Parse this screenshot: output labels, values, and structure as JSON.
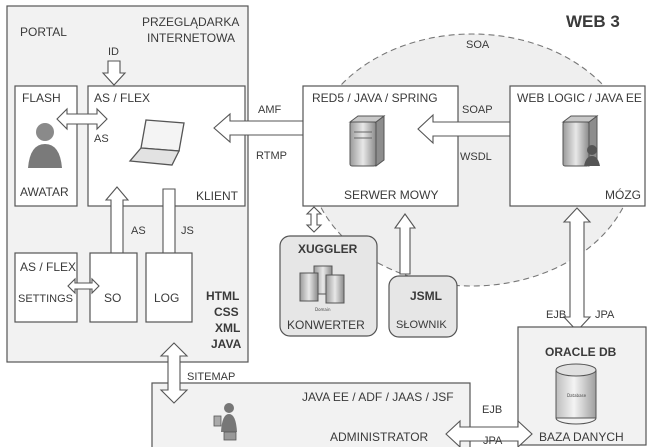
{
  "title": "WEB 3",
  "soa_label": "SOA",
  "portal": {
    "label": "PORTAL",
    "browser_label_line1": "PRZEGLĄDARKA",
    "browser_label_line2": "INTERNETOWA",
    "id_label": "ID",
    "flash": {
      "title": "FLASH",
      "caption": "AWATAR"
    },
    "client": {
      "title": "AS / FLEX",
      "caption": "KLIENT"
    },
    "as_label_1": "AS",
    "as_label_2": "AS",
    "js_label": "JS",
    "settings": {
      "title": "AS / FLEX",
      "caption": "SETTINGS"
    },
    "so": {
      "caption": "SO"
    },
    "log": {
      "caption": "LOG"
    },
    "tech_list": [
      "HTML",
      "CSS",
      "XML",
      "JAVA"
    ]
  },
  "connections": {
    "amf": "AMF",
    "rtmp": "RTMP",
    "soap": "SOAP",
    "wsdl": "WSDL",
    "sitemap": "SITEMAP",
    "ejb_left": "EJB",
    "jpa_left": "JPA",
    "ejb_bottom": "EJB",
    "jpa_bottom": "JPA"
  },
  "red5": {
    "title": "RED5 / JAVA / SPRING",
    "caption": "SERWER MOWY"
  },
  "weblogic": {
    "title": "WEB LOGIC / JAVA EE",
    "caption": "MÓZG"
  },
  "xuggler": {
    "title": "XUGGLER",
    "caption": "KONWERTER",
    "icon_caption": "Domain"
  },
  "jsml": {
    "title": "JSML",
    "caption": "SŁOWNIK"
  },
  "oracle": {
    "title": "ORACLE DB",
    "caption": "BAZA DANYCH",
    "icon_caption": "Database"
  },
  "admin": {
    "title": "JAVA EE / ADF / JAAS / JSF",
    "caption": "ADMINISTRATOR"
  }
}
